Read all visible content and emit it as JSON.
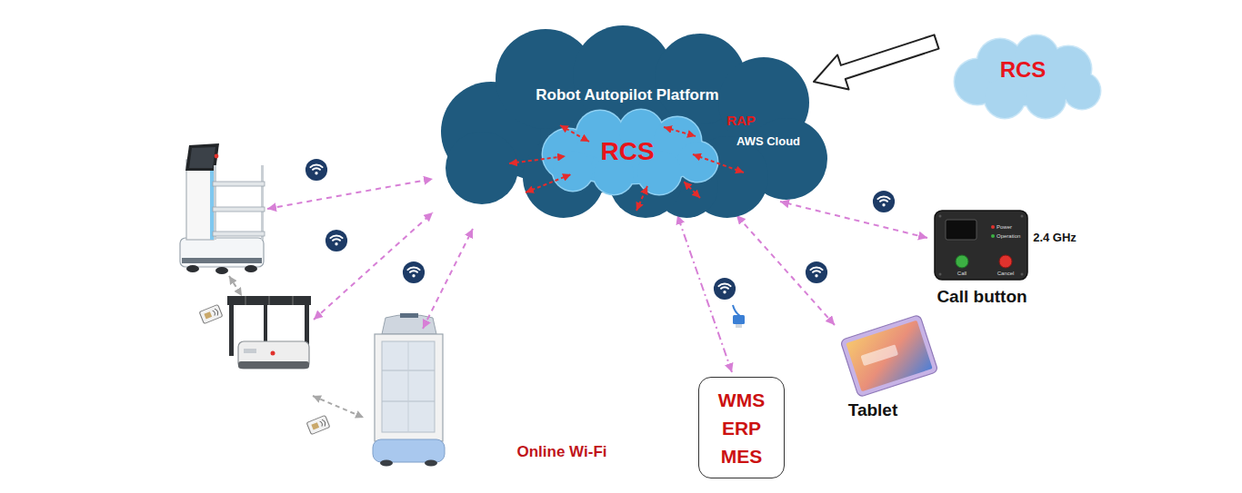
{
  "diagram": {
    "nodes": [
      {
        "text": [
          "Robot Autopilot Platform",
          "RAP",
          "AWS Cloud"
        ]
      },
      {
        "text": [
          "RCS"
        ],
        "in": 0
      },
      {
        "text": [
          "RCS"
        ]
      },
      {
        "text": [
          "Call button"
        ]
      },
      {
        "text": [
          "Tablet"
        ]
      },
      {
        "text": [
          "WMS ERP MES"
        ]
      }
    ],
    "edges": [
      {
        "from": 2,
        "to": 0,
        "arrow": "to"
      },
      {
        "from": 3,
        "to": 0,
        "arrow": "both"
      },
      {
        "from": 4,
        "to": 0,
        "arrow": "both"
      },
      {
        "from": 5,
        "to": 0,
        "arrow": "both"
      }
    ],
    "labels": [
      "2.4 GHz",
      "Power",
      "Operation",
      "Call",
      "Cancel",
      "Online Wi-Fi"
    ]
  }
}
